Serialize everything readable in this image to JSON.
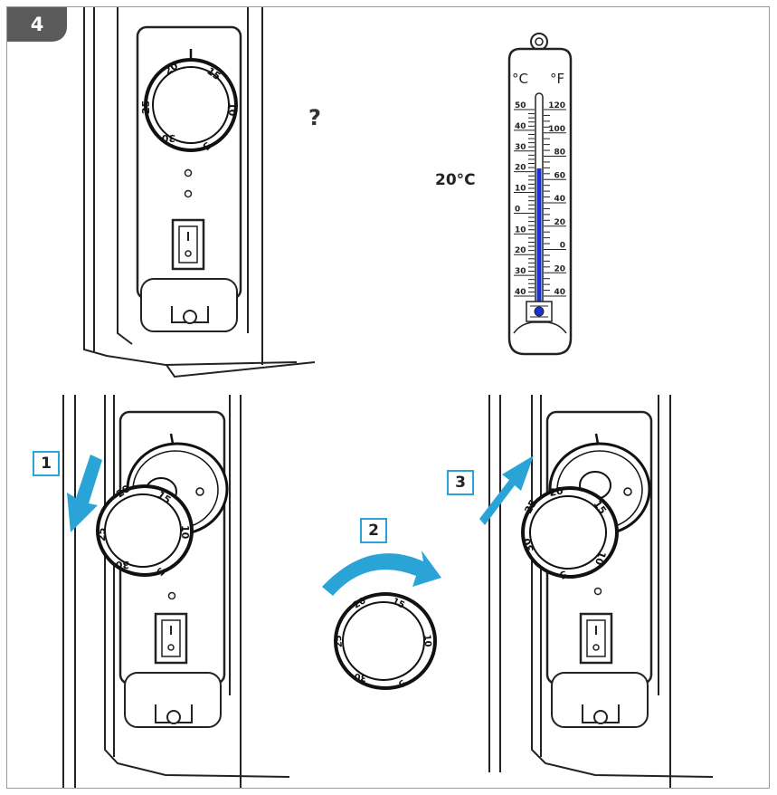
{
  "step_number": "4",
  "question_mark": "?",
  "room_temperature": "20°C",
  "thermometer": {
    "celsius_unit": "°C",
    "fahrenheit_unit": "°F",
    "celsius_ticks": [
      "50",
      "40",
      "30",
      "20",
      "10",
      "0",
      "10",
      "20",
      "30",
      "40"
    ],
    "fahrenheit_ticks": [
      "120",
      "100",
      "80",
      "60",
      "40",
      "20",
      "0",
      "20",
      "40"
    ],
    "reading_celsius": 20,
    "mercury_color": "#1a2fd6"
  },
  "dial_labels": {
    "top_left": "20",
    "top_right": "15",
    "right": "10",
    "bottom_right": "5",
    "bottom": "30",
    "left": "25"
  },
  "dial_labels_rotated": {
    "a": "20",
    "b": "15",
    "c": "10",
    "d": "5",
    "e": "30",
    "f": "25"
  },
  "dial_labels_final": {
    "a": "20",
    "b": "15",
    "c": "10",
    "d": "5",
    "e": "30",
    "f": "25"
  },
  "callouts": {
    "one": "1",
    "two": "2",
    "three": "3"
  },
  "switch_label": "I",
  "arrow_color": "#2aa3d7"
}
